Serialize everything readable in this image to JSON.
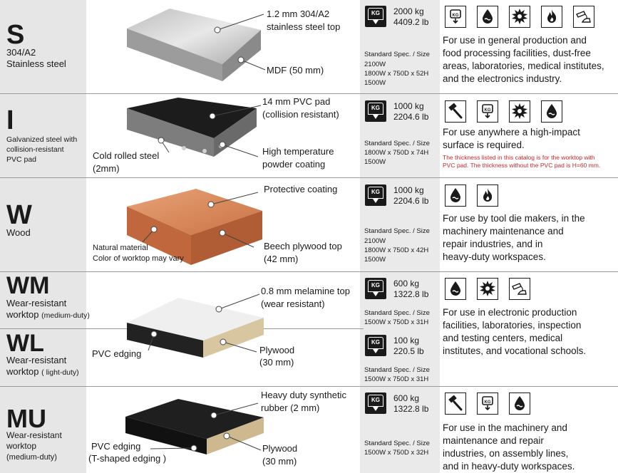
{
  "rows": [
    {
      "code": "S",
      "name_lines": [
        "304/A2",
        "Stainless steel"
      ],
      "callouts": [
        "1.2 mm 304/A2",
        "stainless steel top",
        "MDF (50 mm)"
      ],
      "load": [
        "2000 kg",
        "4409.2 lb"
      ],
      "spec_title": "Standard Spec. / Size",
      "spec_lines": [
        "2100W",
        "1800W x 750D x 52H",
        "1500W"
      ],
      "icons": [
        "kg-load-icon",
        "oil-drop-icon",
        "saw-blade-icon",
        "fire-icon",
        "chemical-pour-icon"
      ],
      "use_lines": [
        "For use in general production and",
        "food processing facilities, dust-free",
        "areas, laboratories, medical institutes,",
        "and the electronics industry."
      ]
    },
    {
      "code": "I",
      "name_lines": [
        "Galvanized steel with",
        "collision-resistant",
        "PVC pad"
      ],
      "callouts": [
        "14 mm PVC pad",
        "(collision resistant)",
        "Cold rolled steel",
        "(2mm)",
        "High temperature",
        "powder coating"
      ],
      "load": [
        "1000 kg",
        "2204.6 lb"
      ],
      "spec_title": "Standard Spec. / Size",
      "spec_lines": [
        "1800W x 750D x 74H",
        "1500W"
      ],
      "icons": [
        "hammer-icon",
        "kg-load-icon",
        "saw-blade-icon",
        "oil-drop-icon"
      ],
      "use_lines": [
        "For use anywhere a high-impact",
        "surface is required."
      ],
      "note_lines": [
        "The thickness listed in this catalog is for the worktop with",
        "PVC pad. The thickness without the PVC pad is H=60 mm."
      ]
    },
    {
      "code": "W",
      "name_lines": [
        "Wood"
      ],
      "callouts": [
        "Protective coating",
        "Natural material",
        "Color of worktop may vary",
        "Beech plywood top",
        "(42 mm)"
      ],
      "load": [
        "1000 kg",
        "2204.6 lb"
      ],
      "spec_title": "Standard Spec. / Size",
      "spec_lines": [
        "2100W",
        "1800W x 750D x 42H",
        "1500W"
      ],
      "icons": [
        "oil-drop-icon",
        "fire-icon"
      ],
      "use_lines": [
        "For use by tool die makers, in the",
        "machinery maintenance and",
        "repair industries, and in",
        "heavy-duty workspaces."
      ]
    },
    {
      "code": "WM",
      "name_lines": [
        "Wear-resistant",
        "worktop"
      ],
      "name_suffix": "(medium-duty)",
      "callouts": [
        "0.8 mm melamine top",
        "(wear resistant)"
      ],
      "load": [
        "600 kg",
        "1322.8 lb"
      ],
      "spec_title": "Standard Spec. / Size",
      "spec_lines": [
        "1500W x 750D x 31H"
      ],
      "icons": [
        "oil-drop-icon",
        "saw-blade-icon",
        "chemical-pour-icon"
      ],
      "use_lines": [
        "For use in electronic production",
        "facilities, laboratories, inspection",
        "and testing centers, medical",
        "institutes, and vocational schools."
      ]
    },
    {
      "code": "WL",
      "name_lines": [
        "Wear-resistant",
        "worktop"
      ],
      "name_suffix": "( light-duty)",
      "callouts": [
        "PVC edging",
        "Plywood",
        "(30 mm)"
      ],
      "load": [
        "100 kg",
        "220.5 lb"
      ],
      "spec_title": "Standard Spec. / Size",
      "spec_lines": [
        "1500W x 750D x 31H"
      ]
    },
    {
      "code": "MU",
      "name_lines": [
        "Wear-resistant",
        "worktop",
        "(medium-duty)"
      ],
      "callouts": [
        "Heavy duty synthetic",
        "rubber (2 mm)",
        "PVC edging",
        "(T-shaped edging )",
        "Plywood",
        "(30 mm)"
      ],
      "load": [
        "600 kg",
        "1322.8 lb"
      ],
      "spec_title": "Standard Spec. / Size",
      "spec_lines": [
        "1500W x 750D x 32H"
      ],
      "icons": [
        "hammer-icon",
        "kg-load-icon",
        "oil-drop-icon"
      ],
      "use_lines": [
        "For use in the machinery and",
        "maintenance and repair",
        "industries, on assembly lines,",
        "and in heavy-duty workspaces."
      ]
    }
  ],
  "kg_label": "KG",
  "colors": {
    "note_red": "#c8282d",
    "left_band": "#e6e6e6",
    "spec_band": "#eaeaea"
  }
}
